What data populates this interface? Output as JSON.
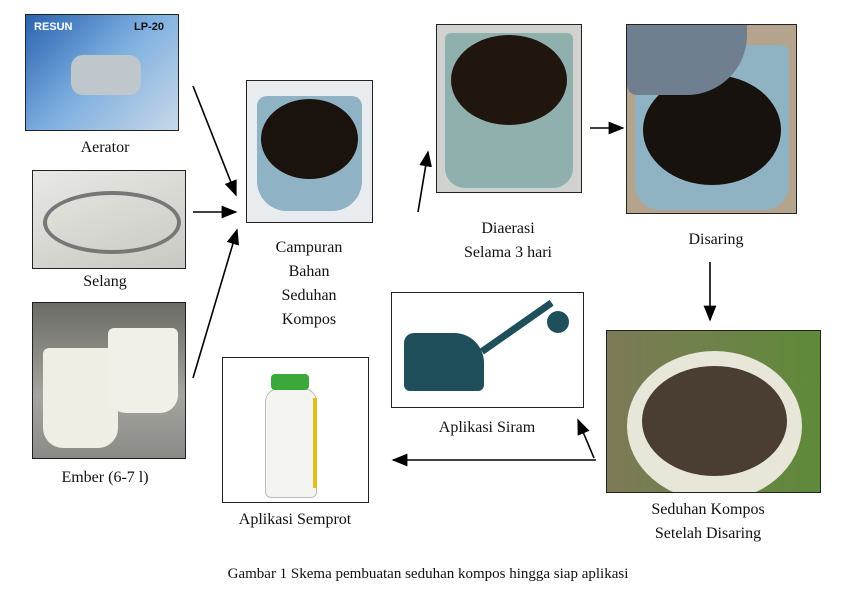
{
  "items": {
    "aerator": {
      "label": "Aerator",
      "brand": "RESUN",
      "model": "LP-20"
    },
    "selang": {
      "label": "Selang"
    },
    "ember": {
      "label": "Ember (6-7 l)"
    },
    "campuran": {
      "lines": [
        "Campuran",
        "Bahan",
        "Seduhan",
        "Kompos"
      ]
    },
    "diaerasi": {
      "lines": [
        "Diaerasi",
        "Selama 3 hari"
      ]
    },
    "disaring": {
      "label": "Disaring"
    },
    "seduhan": {
      "lines": [
        "Seduhan Kompos",
        "Setelah Disaring"
      ]
    },
    "siram": {
      "label": "Aplikasi Siram"
    },
    "semprot": {
      "label": "Aplikasi Semprot"
    }
  },
  "caption": "Gambar 1  Skema pembuatan seduhan kompos hingga siap aplikasi"
}
